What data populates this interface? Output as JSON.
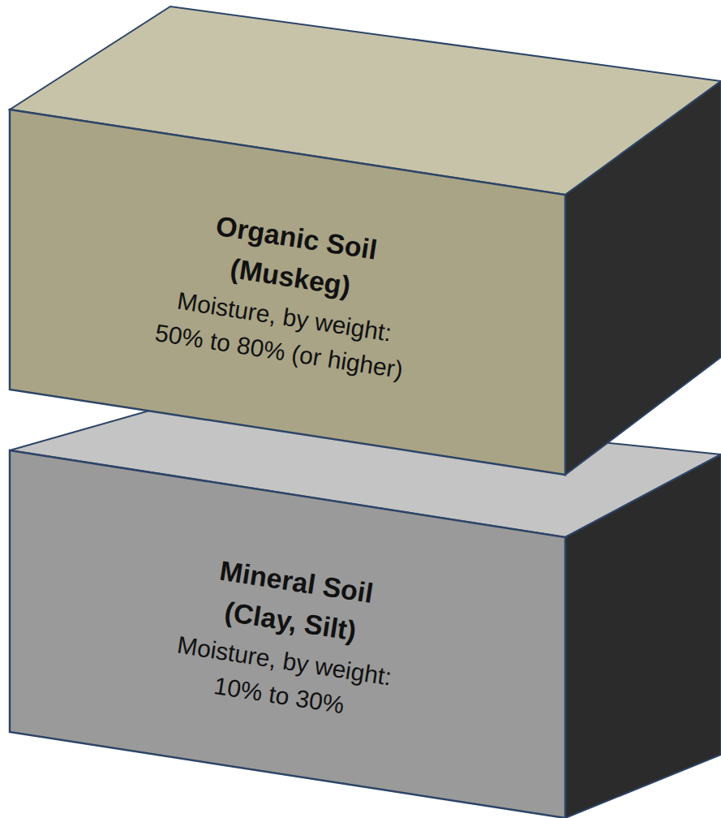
{
  "diagram": {
    "nodes": [
      {
        "text": [
          "Organic Soil (Muskeg)",
          "Moisture, by weight: 50% to 80% (or higher)"
        ]
      },
      {
        "text": [
          "Mineral Soil (Clay, Silt)",
          "Moisture, by weight: 10% to 30%"
        ]
      }
    ]
  }
}
